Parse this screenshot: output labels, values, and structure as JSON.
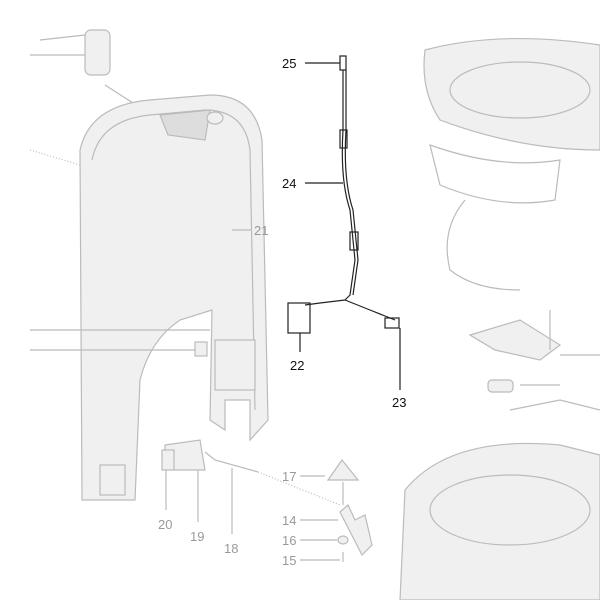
{
  "diagram": {
    "title": "Exploded parts diagram",
    "callouts": [
      {
        "id": "25",
        "label": "25",
        "highlight": true
      },
      {
        "id": "24",
        "label": "24",
        "highlight": true
      },
      {
        "id": "21",
        "label": "21",
        "highlight": false
      },
      {
        "id": "22",
        "label": "22",
        "highlight": true
      },
      {
        "id": "23",
        "label": "23",
        "highlight": true
      },
      {
        "id": "17",
        "label": "17",
        "highlight": false
      },
      {
        "id": "14",
        "label": "14",
        "highlight": false
      },
      {
        "id": "16",
        "label": "16",
        "highlight": false
      },
      {
        "id": "15",
        "label": "15",
        "highlight": false
      },
      {
        "id": "20",
        "label": "20",
        "highlight": false
      },
      {
        "id": "19",
        "label": "19",
        "highlight": false
      },
      {
        "id": "18",
        "label": "18",
        "highlight": false
      }
    ]
  }
}
